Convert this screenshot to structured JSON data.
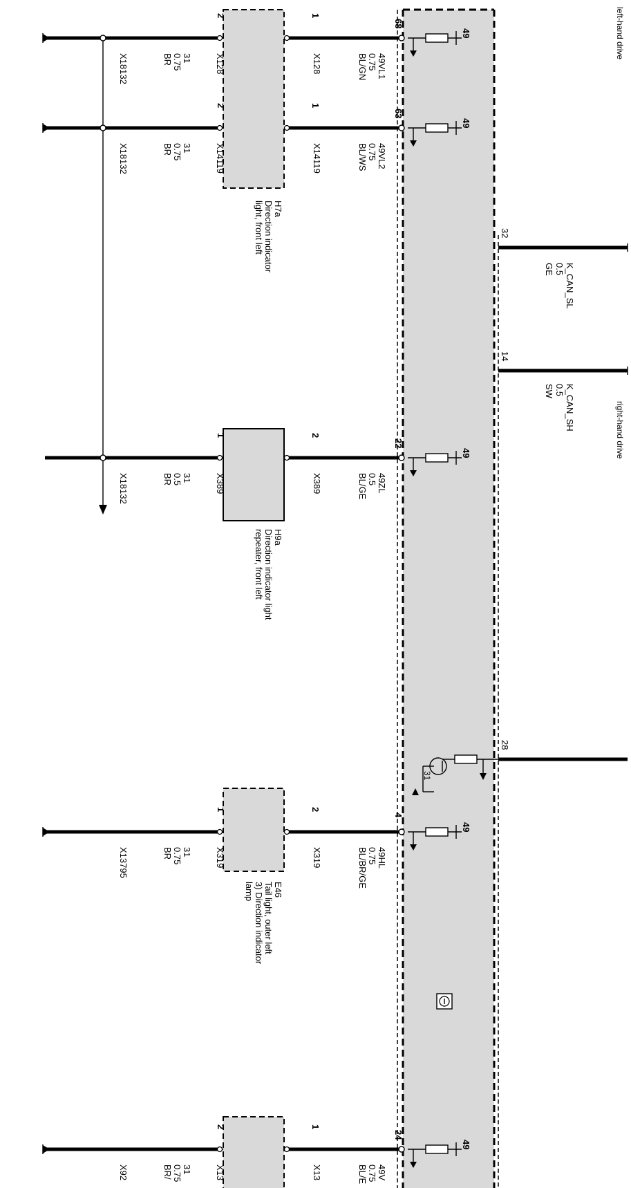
{
  "drive": {
    "left_hand": "left-hand drive",
    "right_hand": "right-hand drive"
  },
  "can": [
    {
      "pin": "32",
      "name": "K_CAN_SL",
      "size": "0.5",
      "color": "GE"
    },
    {
      "pin": "14",
      "name": "K_CAN_SH",
      "size": "0.5",
      "color": "SW"
    }
  ],
  "pin28": "28",
  "ground_31": "31",
  "lamps": [
    {
      "module_pin": "68",
      "resistor_label": "49",
      "signal": "49VL1",
      "size": "0.75",
      "color": "BL/GN",
      "conn_a": "X128",
      "pin_a": "1",
      "pin_b": "2",
      "conn_b": "X128",
      "ret_signal": "31",
      "ret_size": "0.75",
      "ret_color": "BR",
      "ground_point": "X18132"
    },
    {
      "module_pin": "63",
      "resistor_label": "49",
      "signal": "49VL2",
      "size": "0.75",
      "color": "BL/WS",
      "conn_a": "X14119",
      "pin_a": "1",
      "pin_b": "2",
      "conn_b": "X14119",
      "ret_signal": "31",
      "ret_size": "0.75",
      "ret_color": "BR",
      "ground_point": "X18132",
      "component_id": "H7a",
      "component_desc": [
        "Direction indicator",
        "light, front left"
      ]
    },
    {
      "module_pin": "22",
      "resistor_label": "49",
      "signal": "49ZL",
      "size": "0.5",
      "color": "BL/GE",
      "conn_a": "X389",
      "pin_a": "2",
      "pin_b": "1",
      "conn_b": "X389",
      "ret_signal": "31",
      "ret_size": "0.5",
      "ret_color": "BR",
      "ground_point": "X18132",
      "component_id": "H9a",
      "component_desc": [
        "Direction indicator light",
        "repeater, front left"
      ]
    },
    {
      "module_pin": "4",
      "resistor_label": "49",
      "signal": "49HL",
      "size": "0.75",
      "color": "BL/BR/GE",
      "conn_a": "X319",
      "pin_a": "2",
      "pin_b": "1",
      "conn_b": "X319",
      "ret_signal": "31",
      "ret_size": "0.75",
      "ret_color": "BR",
      "ground_point": "X13795",
      "lamp_number": "3",
      "component_id": "E46",
      "component_desc": [
        "Tail light, outer left",
        "3) Direction indicator",
        "lamp"
      ]
    },
    {
      "module_pin": "24",
      "resistor_label": "49",
      "signal": "49V",
      "size": "0.75",
      "color": "BL/E",
      "conn_a": "X13",
      "pin_a": "1",
      "pin_b": "2",
      "conn_b": "X13",
      "ret_signal": "31",
      "ret_size": "0.75",
      "ret_color": "BR/",
      "ground_point": "X92"
    }
  ]
}
